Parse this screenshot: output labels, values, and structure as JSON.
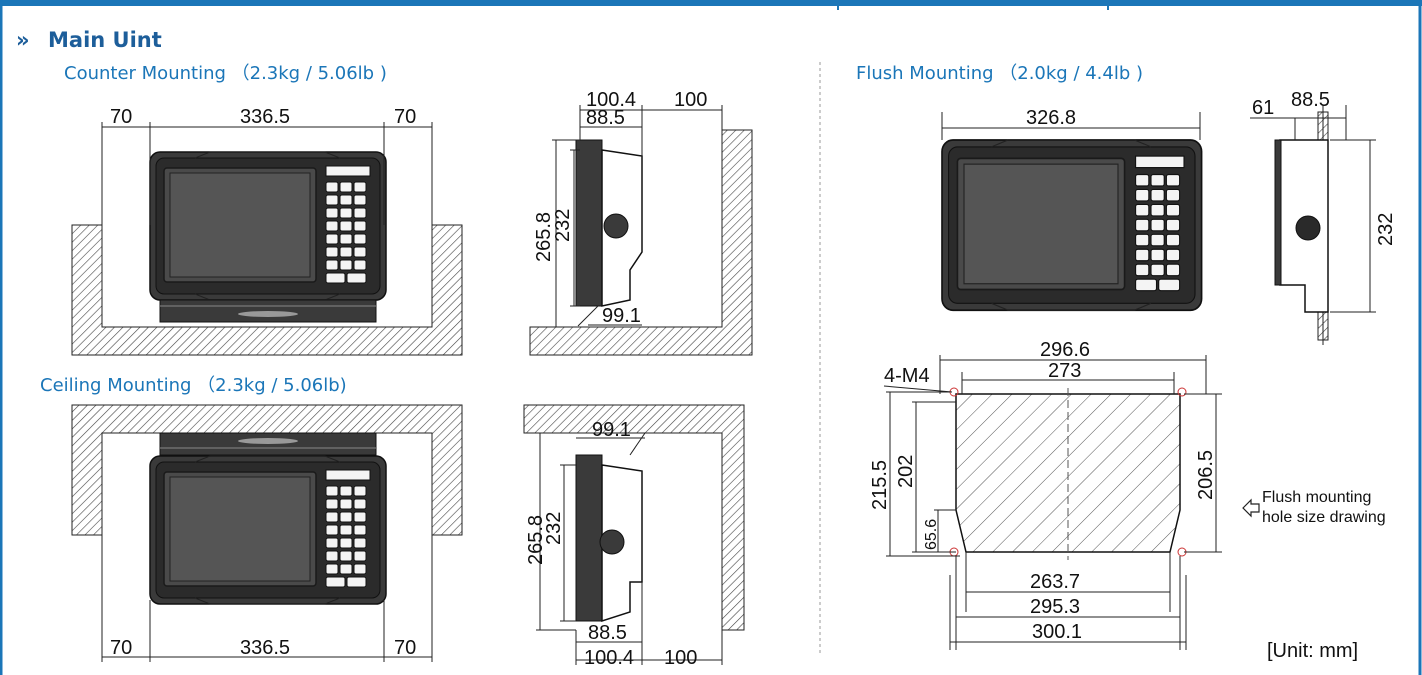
{
  "title": "Main Uint",
  "colors": {
    "title": "#1d5e9a",
    "heading": "#1b76b8",
    "frame": "#1b76b8"
  },
  "counter": {
    "heading": "Counter Mounting （2.3kg / 5.06lb )",
    "dims": {
      "left": "70",
      "width": "336.5",
      "right": "70",
      "depth_total": "100.4",
      "depth": "88.5",
      "clearance": "100",
      "height_total": "265.8",
      "height": "232",
      "bottom": "99.1"
    }
  },
  "ceiling": {
    "heading": "Ceiling Mounting （2.3kg / 5.06lb)",
    "dims": {
      "left": "70",
      "width": "336.5",
      "right": "70",
      "top": "99.1",
      "height_total": "265.8",
      "height": "232",
      "depth": "88.5",
      "depth_total": "100.4",
      "clearance": "100"
    }
  },
  "flush": {
    "heading": "Flush Mounting （2.0kg / 4.4lb )",
    "dims": {
      "width": "326.8",
      "panel": "61",
      "depth": "88.5",
      "height": "232"
    }
  },
  "hole": {
    "screws": "4-M4",
    "dims": {
      "top_outer": "296.6",
      "top_inner": "273",
      "left_outer": "215.5",
      "left_inner": "202",
      "left_low": "65.6",
      "right": "206.5",
      "bottom_inner": "263.7",
      "bottom_mid": "295.3",
      "bottom_outer": "300.1"
    },
    "note_line1": "Flush mounting",
    "note_line2": "hole size drawing"
  },
  "unit": "[Unit: mm]"
}
